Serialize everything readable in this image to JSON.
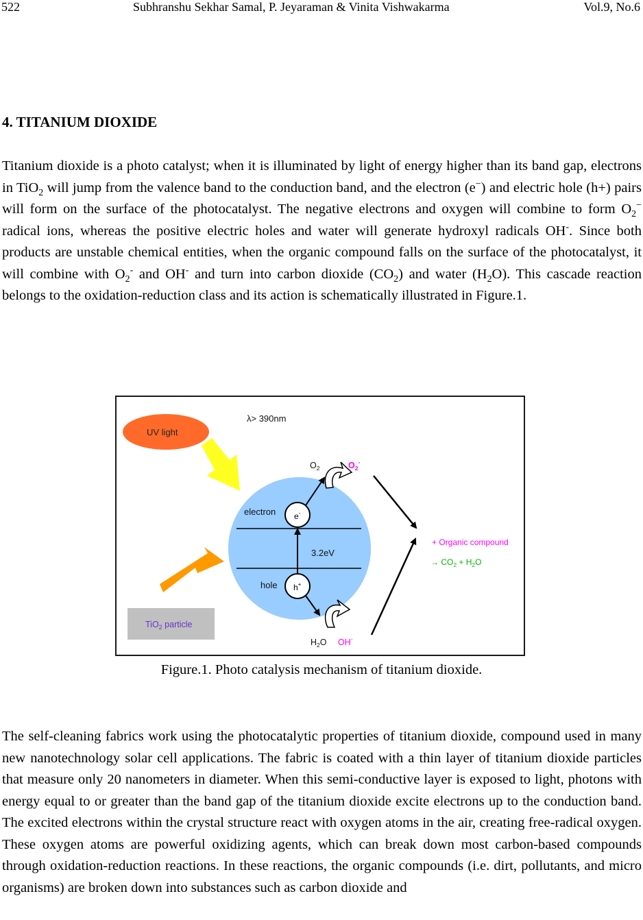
{
  "header": {
    "page_number": "522",
    "authors": "Subhranshu Sekhar Samal, P. Jeyaraman & Vinita Vishwakarma",
    "volume": "Vol.9, No.6"
  },
  "section": {
    "title": "4. TITANIUM DIOXIDE"
  },
  "paragraph1": {
    "s1": "Titanium dioxide is a photo catalyst; when it is illuminated by light of energy higher than its band gap, electrons in TiO",
    "s1_sub": "2",
    "s2": " will jump from the valence band to the conduction band, and the electron (e",
    "s2_sup": "−",
    "s3": ") and electric hole (h+) pairs will form on the surface of the photocatalyst. The negative electrons and oxygen will combine to form O",
    "s3_sub": "2",
    "s3_sup": "−",
    "s4": " radical ions, whereas the positive electric holes and water will generate hydroxyl radicals OH",
    "s4_sup": "-",
    "s5": ". Since both products are unstable chemical entities, when the organic compound falls on the surface of the photocatalyst, it will combine with O",
    "s5_sub": "2",
    "s5_sup": "-",
    "s6": " and OH",
    "s6_sup": "-",
    "s7": " and turn into carbon dioxide (CO",
    "s7_sub": "2",
    "s8": ") and water (H",
    "s8_sub": "2",
    "s9": "O). This cascade reaction belongs to the oxidation-reduction class and its action is schematically illustrated in Figure.1."
  },
  "figure": {
    "wavelength_label": "λ> 390nm",
    "uv_light_label": "UV light",
    "electron_label": "electron",
    "hole_label": "hole",
    "electron_symbol": "e",
    "electron_symbol_sup": "-",
    "hole_symbol": "h",
    "hole_symbol_sup": "+",
    "band_gap_label": "3.2eV",
    "o2_label": "O",
    "o2_sub": "2",
    "o2_radical_label": "O",
    "o2_radical_sub": "2",
    "o2_radical_sup": "-",
    "h2o_label_a": "H",
    "h2o_sub": "2",
    "h2o_label_b": "O",
    "oh_label": "OH",
    "oh_sup": "-",
    "organic_compound_label": "+ Organic compound",
    "products_prefix": "→ CO",
    "products_co2_sub": "2",
    "products_mid": " + H",
    "products_h2o_sub": "2",
    "products_suffix": "O",
    "tio2_particle_a": "TiO",
    "tio2_particle_sub": "2",
    "tio2_particle_b": " particle",
    "colors": {
      "uv_ellipse": "#ff6a2a",
      "yellow_arrow": "#ffff22",
      "orange_arrow": "#ff9900",
      "particle_fill": "#99ccff",
      "tio2_box": "#c0c0c0",
      "radical_text": "#ff00ff",
      "product_text": "#00bb00",
      "organic_text": "#ff00ff"
    },
    "caption": "Figure.1. Photo catalysis mechanism of titanium dioxide."
  },
  "paragraph2": {
    "text": "The self-cleaning fabrics work using the photocatalytic properties of titanium dioxide, compound used in many new nanotechnology solar cell applications.   The fabric is coated with a thin layer of titanium dioxide particles that measure only 20 nanometers in diameter. When this semi-conductive layer is exposed to light, photons with energy equal to or greater than the band gap of the titanium dioxide excite electrons up to the conduction band. The excited electrons within the crystal structure react with oxygen atoms in the air, creating free-radical oxygen. These oxygen atoms are powerful oxidizing agents, which can break down most carbon-based compounds through oxidation-reduction reactions. In these reactions, the organic compounds (i.e. dirt, pollutants, and micro organisms) are broken down into substances such as carbon dioxide and"
  }
}
